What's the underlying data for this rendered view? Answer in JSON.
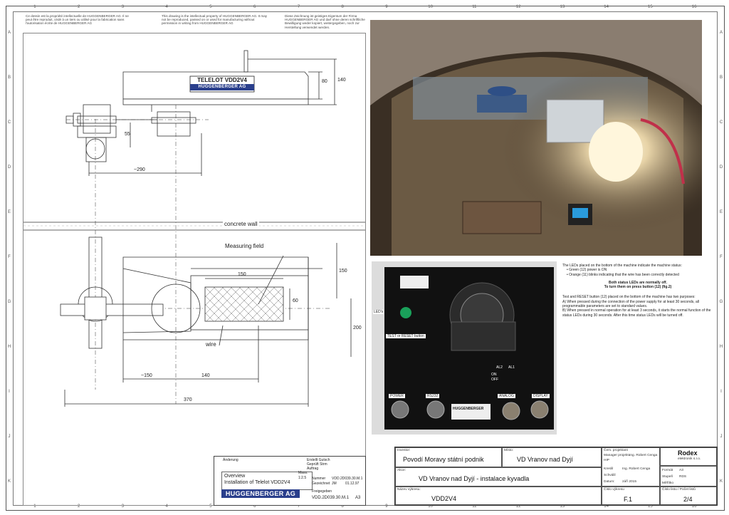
{
  "ruler": {
    "columns": [
      "1",
      "2",
      "3",
      "4",
      "5",
      "6",
      "7",
      "8",
      "9",
      "10",
      "11",
      "12",
      "13",
      "14",
      "15",
      "16"
    ],
    "rows": [
      "A",
      "B",
      "C",
      "D",
      "E",
      "F",
      "G",
      "H",
      "I",
      "J",
      "K"
    ]
  },
  "legal_notes": [
    "Ce dessin est la propriété intellectuelle de HUGGENBERGER AG. Il ne peut être reproduit, cédé à un tiers ou utilisé pour la fabrication sans l'autorisation écrite de HUGGENBERGER AG",
    "This drawing is the intellectual property of HUGGENBERGER AG. It may not be reproduced, passed on or used for manufacturing without permission in writing from HUGGENBERGER AG",
    "Diese Zeichnung ist geistiges Eigentum der Firma HUGGENBERGER AG und darf ohne deren schriftliche Bewilligung weder kopiert, weitergegeben, noch zur Herstellung verwendet werden."
  ],
  "drawing": {
    "device_label": "TELELOT VDD2V4",
    "brand": "HUGGENBERGER AG",
    "dims": {
      "d80": "80",
      "d140_top": "140",
      "d55": "55",
      "d290": "~290",
      "d150_field": "150",
      "d60": "60",
      "d150_right": "150",
      "d200": "200",
      "d150_bottom": "~150",
      "d140_bottom": "140",
      "d370": "370"
    },
    "concrete_wall": "concrete wall",
    "measuring_field": "Measuring field",
    "wire": "wire"
  },
  "small_titleblock": {
    "change": "Änderung",
    "created": "Erstellt  Gutsch",
    "checked": "Geprüft  Strm",
    "order": "Auftrag",
    "title_1": "Overview",
    "title_2": "Installation of Telelot VDD2V4",
    "scale_label": "Mass.",
    "scale": "1:2.5",
    "number_label": "Nummer",
    "number": "VDD.2D039.30.M.1",
    "drawn_label": "Gezeichnet",
    "drawn_by": "JM",
    "date": "01.12.97",
    "release_label": "Freigegeben",
    "drawing_no": "VDD.2D039.30.M.1",
    "sheet": "A3",
    "brand": "HUGGENBERGER AG"
  },
  "photo_top": {
    "caption": ""
  },
  "photo_bottom": {
    "labels": {
      "leds": "LED's",
      "test_reset": "TEST or RESET button",
      "power": "POWER",
      "rs232": "RS232",
      "analog": "ANALOG",
      "display": "DISPLAY",
      "al2": "AL2",
      "al1": "AL1",
      "on": "ON",
      "off": "OFF",
      "plate": "HUGGENBERGER"
    }
  },
  "notes": {
    "p1": "The LEDs placed on the bottom of the machine indicate the machine status:",
    "b1": "Green (12) power is ON",
    "b2": "Orange (11) blinks indicating that the wire has been correctly detected",
    "bold1": "Both status LEDs are normally off.",
    "bold2": "To turn them on press button (12) (fig.2)",
    "p2": "Test and RESET button (12) placed on the bottom of the machine has two purposes:",
    "a": "A) When pressed during the connection of the power supply for at least 30 seconds, all programmable parameters are set to standard values.",
    "b": "B) When pressed in normal operation for at least 3 seconds, it starts the normal function of the status LEDs during 30 seconds. After this time status LEDs will be turned off."
  },
  "titleblock": {
    "investor_label": "Investor:",
    "investor": "Povodí Moravy státní podnik",
    "place_label": "Místo:",
    "place": "VD Vranov nad Dyjí",
    "action_label": "Akce:",
    "action": "VD Vranov nad Dyjí - instalace kyvadla",
    "drawing_label": "Název výkresu:",
    "drawing": "VDD2V4",
    "designer_label": "Čem. projektant",
    "manager_label": "Manager projektu",
    "manager": "Ing. Robert Cenga",
    "hip_label": "HIP",
    "drew_label": "Kreslil",
    "drew": "Ing. Robert Cenga",
    "checked_label": "Schválil",
    "date_label": "Datum:",
    "date": "září 2015",
    "scale_label": "Měřítko",
    "format_label": "Formát",
    "format": "A3",
    "stage_label": "Stupeň",
    "stage": "RDS",
    "number_label": "Číslo výkresu",
    "number": "F.1",
    "sheet_label": "Číslo listu / Počet listů",
    "sheet": "2/4",
    "company": "Rodex",
    "company_sub": "elektronik s.r.o."
  }
}
